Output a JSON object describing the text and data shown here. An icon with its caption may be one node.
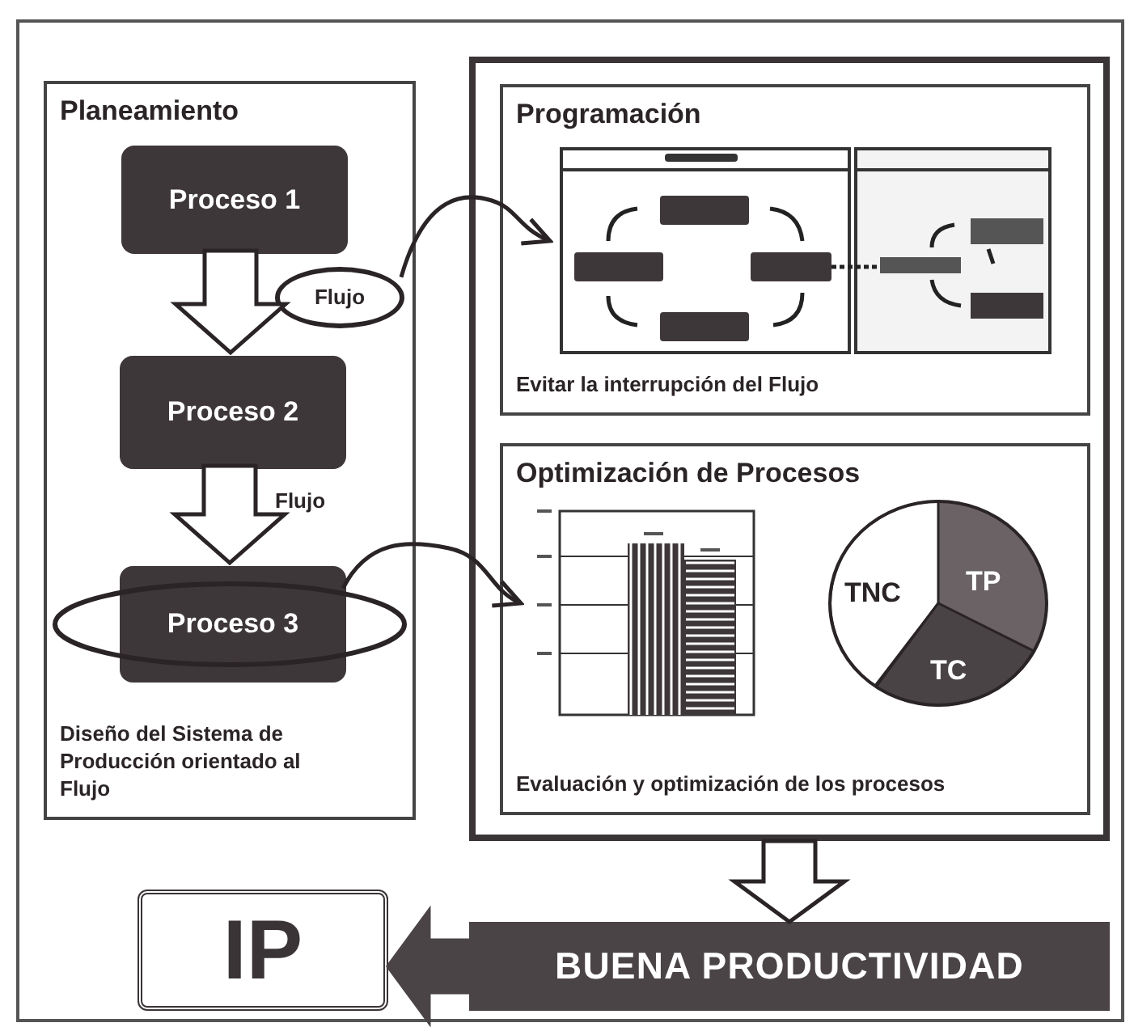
{
  "diagram": {
    "nodes": [
      {
        "text": [
          "Planeamiento",
          "Diseño del Sistema de Producción orientado al Flujo"
        ]
      },
      {
        "text": [
          "Proceso 1"
        ],
        "in": 0
      },
      {
        "text": [
          "Proceso 2"
        ],
        "in": 0
      },
      {
        "text": [
          "Proceso 3"
        ],
        "in": 0
      },
      {
        "text": [
          "Flujo"
        ],
        "in": 0
      },
      {
        "text": [],
        "shape": "box"
      },
      {
        "text": [
          "Programación",
          "Evitar la interrupción del Flujo"
        ],
        "in": 5
      },
      {
        "text": [],
        "shape": "picture",
        "in": 6
      },
      {
        "text": [
          "Optimización de Procesos",
          "Evaluación y optimización de los procesos"
        ],
        "in": 5
      },
      {
        "text": [],
        "shape": "picture",
        "in": 8
      },
      {
        "text": [
          "BUENA PRODUCTIVIDAD"
        ]
      },
      {
        "text": [
          "IP"
        ]
      }
    ],
    "edges": [
      {
        "from": 1,
        "to": 2,
        "arrow": "to",
        "style": "thick"
      },
      {
        "from": 2,
        "to": 3,
        "arrow": "to",
        "style": "thick",
        "label": "Flujo"
      },
      {
        "from": 4,
        "to": 7,
        "arrow": "to"
      },
      {
        "from": 3,
        "to": 9,
        "arrow": "to"
      },
      {
        "from": 5,
        "to": 10,
        "arrow": "to",
        "style": "thick"
      },
      {
        "from": 10,
        "to": 11,
        "arrow": "to",
        "style": "thick",
        "color": "#4b4446"
      }
    ],
    "labels": [
      "TNC",
      "TP",
      "TC"
    ]
  }
}
